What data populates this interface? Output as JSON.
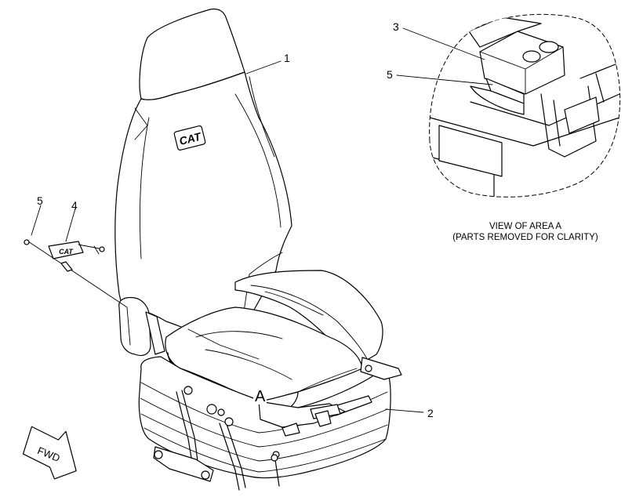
{
  "callouts": {
    "seat": "1",
    "suspension": "2",
    "bracket_detail": "3",
    "bracket": "4",
    "bolt": "5",
    "bolt_detail": "5"
  },
  "area_marker": "A",
  "detail_view": {
    "title": "VIEW OF AREA A",
    "subtitle": "(PARTS REMOVED FOR CLARITY)"
  },
  "seat_logo": "CAT",
  "bracket_logo": "CAT",
  "direction_arrow": "FWD"
}
